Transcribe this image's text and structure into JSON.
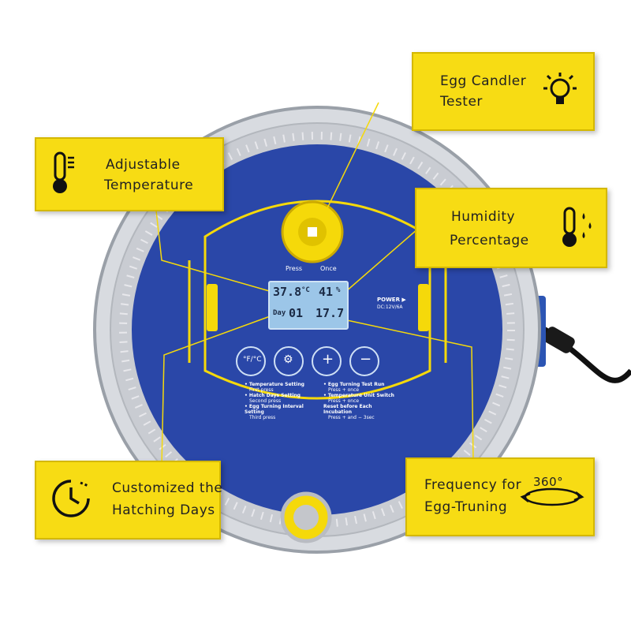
{
  "callouts": {
    "egg_candler": {
      "line1": "Egg  Candler",
      "line2": "Tester",
      "icon": "lightbulb-icon"
    },
    "temperature": {
      "line1": "Adjustable",
      "line2": "Temperature",
      "icon": "thermometer-icon"
    },
    "humidity": {
      "line1": "Humidity",
      "line2": "Percentage",
      "icon": "humidity-thermometer-icon"
    },
    "hatching_days": {
      "line1": "Customized  the",
      "line2": "Hatching Days",
      "icon": "clock-icon"
    },
    "turning": {
      "line1": "Frequency for",
      "line2": "Egg-Truning",
      "badge": "360°",
      "icon": "rotate-360-icon"
    }
  },
  "device": {
    "lcd": {
      "temp": "37.8",
      "unit": "°C",
      "humidity": "41",
      "humidity_unit": "%",
      "day_label": "Day",
      "day": "01",
      "turn": "17.7"
    },
    "candler_caption": "Press",
    "candler_caption2": "Once",
    "power_label": "POWER ▶",
    "power_spec": "DC:12V/6A",
    "buttons": [
      "°F/°C",
      "⚙",
      "+",
      "−"
    ],
    "instructions_left": [
      {
        "title": "• Temperature Setting",
        "sub": "First press"
      },
      {
        "title": "• Hatch Days Setting",
        "sub": "Second press"
      },
      {
        "title": "• Egg Turning Interval Setting",
        "sub": "Third press"
      }
    ],
    "instructions_right": [
      {
        "title": "• Egg Turning Test Run",
        "sub": "Press  +  once"
      },
      {
        "title": "• Temperature Unit  Switch",
        "sub": "Press  +  once"
      },
      {
        "title": "Reset before Each Incubation",
        "sub": "Press  +  and  −  3sec"
      }
    ]
  },
  "colors": {
    "callout_bg": "#f7dc14",
    "panel_blue": "#2a47a8",
    "accent_yellow": "#f5d90a"
  }
}
